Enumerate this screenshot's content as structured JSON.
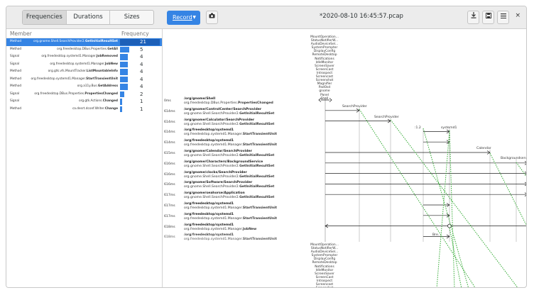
{
  "header": {
    "tabs": [
      {
        "label": "Frequencies",
        "active": true
      },
      {
        "label": "Durations",
        "active": false
      },
      {
        "label": "Sizes",
        "active": false
      }
    ],
    "record_label": "Record",
    "title": "*2020-08-10 16:45:57.pcap",
    "close_glyph": "×"
  },
  "left": {
    "column_member": "Member",
    "column_frequency": "Frequency",
    "rows": [
      {
        "type": "Method",
        "iface": "org.gnome.Shell.SearchProvider2.",
        "member": "GetInitialResultSet",
        "count": "21",
        "fraction": 1.0,
        "selected": true
      },
      {
        "type": "Method",
        "iface": "org.freedesktop.DBus.Properties.",
        "member": "GetAll",
        "count": "5",
        "fraction": 0.24,
        "selected": false
      },
      {
        "type": "Signal",
        "iface": "org.freedesktop.systemd1.Manager.",
        "member": "JobRemoved",
        "count": "4",
        "fraction": 0.19,
        "selected": false
      },
      {
        "type": "Signal",
        "iface": "org.freedesktop.systemd1.Manager.",
        "member": "JobNew",
        "count": "4",
        "fraction": 0.19,
        "selected": false
      },
      {
        "type": "Method",
        "iface": "org.gtk.vfs.MountTracker.",
        "member": "ListMountableInfo",
        "count": "4",
        "fraction": 0.19,
        "selected": false
      },
      {
        "type": "Method",
        "iface": "org.freedesktop.systemd1.Manager.",
        "member": "StartTransientUnit",
        "count": "4",
        "fraction": 0.19,
        "selected": false
      },
      {
        "type": "Method",
        "iface": "org.a11y.Bus.",
        "member": "GetAddress",
        "count": "4",
        "fraction": 0.19,
        "selected": false
      },
      {
        "type": "Signal",
        "iface": "org.freedesktop.DBus.Properties.",
        "member": "PropertiesChanged",
        "count": "2",
        "fraction": 0.1,
        "selected": false
      },
      {
        "type": "Signal",
        "iface": "org.gtk.Actions.",
        "member": "Changed",
        "count": "1",
        "fraction": 0.05,
        "selected": false
      },
      {
        "type": "Method",
        "iface": "ca.desrt.dconf.Writer.",
        "member": "Change",
        "count": "1",
        "fraction": 0.05,
        "selected": false
      }
    ]
  },
  "right": {
    "owner_names": [
      "MountOperation...",
      "StatusNotifierW...",
      "AudioDeviceSel...",
      "SystemPrompter",
      "DisplayConfig",
      "RemoteDesktop",
      "Notifications",
      "IdleMonitor",
      "ScreenSaver",
      "ScreenCast",
      "Introspect",
      "Screencast",
      "Screenshot",
      "Magnifier",
      "PadOsd",
      "gnome",
      "Panel",
      "Shell"
    ],
    "peers": [
      "SearchProvider",
      "SearchProvider",
      ":1.2",
      "systemd1",
      "Calendar",
      "Backgroundserv..."
    ],
    "messages": [
      {
        "time": "0ms",
        "path": "/org/gnome/Shell",
        "iface": "org.freedesktop.DBus.Properties.",
        "member": "PropertiesChanged"
      },
      {
        "time": "614ms",
        "path": "/org/gnome/ControlCenter/SearchProvider",
        "iface": "org.gnome.Shell.SearchProvider2.",
        "member": "GetInitialResultSet"
      },
      {
        "time": "614ms",
        "path": "/org/gnome/Calculator/SearchProvider",
        "iface": "org.gnome.Shell.SearchProvider2.",
        "member": "GetInitialResultSet"
      },
      {
        "time": "614ms",
        "path": "/org/freedesktop/systemd1",
        "iface": "org.freedesktop.systemd1.Manager.",
        "member": "StartTransientUnit"
      },
      {
        "time": "614ms",
        "path": "/org/freedesktop/systemd1",
        "iface": "org.freedesktop.systemd1.Manager.",
        "member": "StartTransientUnit"
      },
      {
        "time": "615ms",
        "path": "/org/gnome/Calendar/SearchProvider",
        "iface": "org.gnome.Shell.SearchProvider2.",
        "member": "GetInitialResultSet"
      },
      {
        "time": "616ms",
        "path": "/org/gnome/Characters/BackgroundService",
        "iface": "org.gnome.Shell.SearchProvider2.",
        "member": "GetInitialResultSet"
      },
      {
        "time": "616ms",
        "path": "/org/gnome/clocks/SearchProvider",
        "iface": "org.gnome.Shell.SearchProvider2.",
        "member": "GetInitialResultSet"
      },
      {
        "time": "616ms",
        "path": "/org/gnome/Software/SearchProvider",
        "iface": "org.gnome.Shell.SearchProvider2.",
        "member": "GetInitialResultSet"
      },
      {
        "time": "617ms",
        "path": "/org/gnome/seahorse/Application",
        "iface": "org.gnome.Shell.SearchProvider2.",
        "member": "GetInitialResultSet"
      },
      {
        "time": "617ms",
        "path": "/org/freedesktop/systemd1",
        "iface": "org.freedesktop.systemd1.Manager.",
        "member": "StartTransientUnit"
      },
      {
        "time": "617ms",
        "path": "/org/freedesktop/systemd1",
        "iface": "org.freedesktop.systemd1.Manager.",
        "member": "StartTransientUnit"
      },
      {
        "time": "618ms",
        "path": "/org/freedesktop/systemd1",
        "iface": "org.freedesktop.systemd1.Manager.",
        "member": "JobNew"
      },
      {
        "time": "618ms",
        "path": "/org/freedesktop/systemd1",
        "iface": "org.freedesktop.systemd1.Manager.",
        "member": "StartTransientUnit",
        "dim": true
      }
    ],
    "end_label": "Bre..."
  },
  "colors": {
    "accent": "#3584e4",
    "trace_green": "#33aa33"
  }
}
